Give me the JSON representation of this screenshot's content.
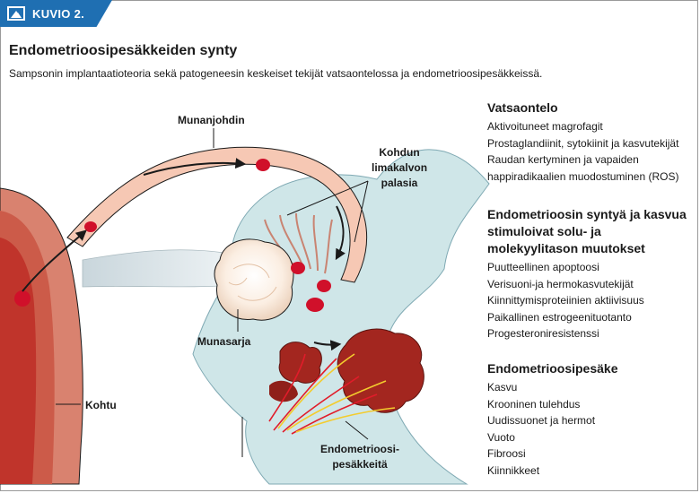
{
  "header": {
    "badge_label": "KUVIO 2.",
    "badge_icon": "image-icon",
    "badge_color": "#1f6fb2"
  },
  "title": "Endometrioosipesäkkeiden synty",
  "subtitle": "Sampsonin implantaatioteoria sekä patogeneesin keskeiset tekijät vatsaontelossa ja endometrioosipesäkkeissä.",
  "diagram": {
    "labels": {
      "munanjohdin": "Munanjohdin",
      "kohdun_line1": "Kohdun",
      "kohdun_line2": "limakalvon",
      "kohdun_line3": "palasia",
      "munasarja": "Munasarja",
      "kohtu": "Kohtu",
      "pesakkeita_line1": "Endometrioosi-",
      "pesakkeita_line2": "pesäkkeitä"
    },
    "colors": {
      "uterus_outer": "#d9826f",
      "uterus_inner": "#c0342b",
      "tube": "#f6c8b4",
      "peritoneum": "#cfe6e8",
      "fragment": "#d0102a",
      "lesion": "#a3261f"
    }
  },
  "sections": [
    {
      "heading_lines": [
        "Vatsaontelo"
      ],
      "items": [
        "Aktivoituneet magrofagit",
        "Prostaglandiinit, sytokiinit ja kasvutekijät",
        "Raudan kertyminen ja vapaiden",
        "happiradikaalien muodostuminen (ROS)"
      ]
    },
    {
      "heading_lines": [
        "Endometrioosin syntyä ja kasvua",
        "stimuloivat solu- ja",
        "molekyylitason muutokset"
      ],
      "items": [
        "Puutteellinen apoptoosi",
        "Verisuoni-ja hermokasvutekijät",
        "Kiinnittymisproteiinien aktiivisuus",
        "Paikallinen estrogeenituotanto",
        "Progesteroniresistenssi"
      ]
    },
    {
      "heading_lines": [
        "Endometrioosipesäke"
      ],
      "items": [
        "Kasvu",
        "Krooninen tulehdus",
        "Uudissuonet ja hermot",
        "Vuoto",
        "Fibroosi",
        "Kiinnikkeet"
      ]
    }
  ]
}
